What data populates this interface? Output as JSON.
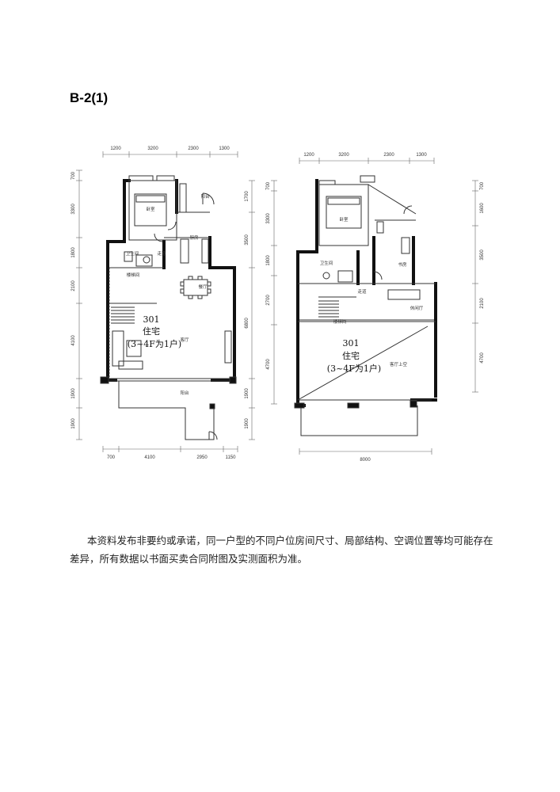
{
  "title": "B-2(1)",
  "left_plan": {
    "top_dims": [
      "1200",
      "3200",
      "2300",
      "1300"
    ],
    "bottom_dims": [
      "700",
      "4100",
      "2950",
      "1150"
    ],
    "left_dims": [
      "700",
      "3300",
      "1800",
      "2100",
      "4100",
      "1900",
      "1900"
    ],
    "right_dims": [
      "1700",
      "3500",
      "6800",
      "1900",
      "1900"
    ],
    "unit_number": "301",
    "unit_type": "住宅",
    "unit_note": "(3~4F为1户)",
    "rooms": {
      "bedroom": "卧室",
      "bathroom": "卫生间",
      "corridor": "走道",
      "stairwell": "楼梯间",
      "dining": "餐厅",
      "living": "客厅",
      "kitchen": "厨房",
      "balcony_top": "阳台",
      "balcony_bottom": "阳台"
    }
  },
  "right_plan": {
    "top_dims": [
      "1200",
      "3200",
      "2300",
      "1300"
    ],
    "bottom_dims": [
      "8000"
    ],
    "left_dims": [
      "700",
      "3300",
      "1800",
      "2700",
      "4700"
    ],
    "right_dims": [
      "700",
      "1600",
      "3500",
      "2100",
      "4700"
    ],
    "unit_number": "301",
    "unit_type": "住宅",
    "unit_note": "(3~4F为1户)",
    "rooms": {
      "bedroom": "卧室",
      "bathroom": "卫生间",
      "corridor": "走道",
      "stairwell": "楼梯间",
      "study": "书房",
      "lounge": "休闲厅",
      "void": "客厅上空"
    }
  },
  "disclaimer": "本资料发布非要约或承诺，同一户型的不同户位房间尺寸、局部结构、空调位置等均可能存在差异，所有数据以书面买卖合同附图及实测面积为准。"
}
